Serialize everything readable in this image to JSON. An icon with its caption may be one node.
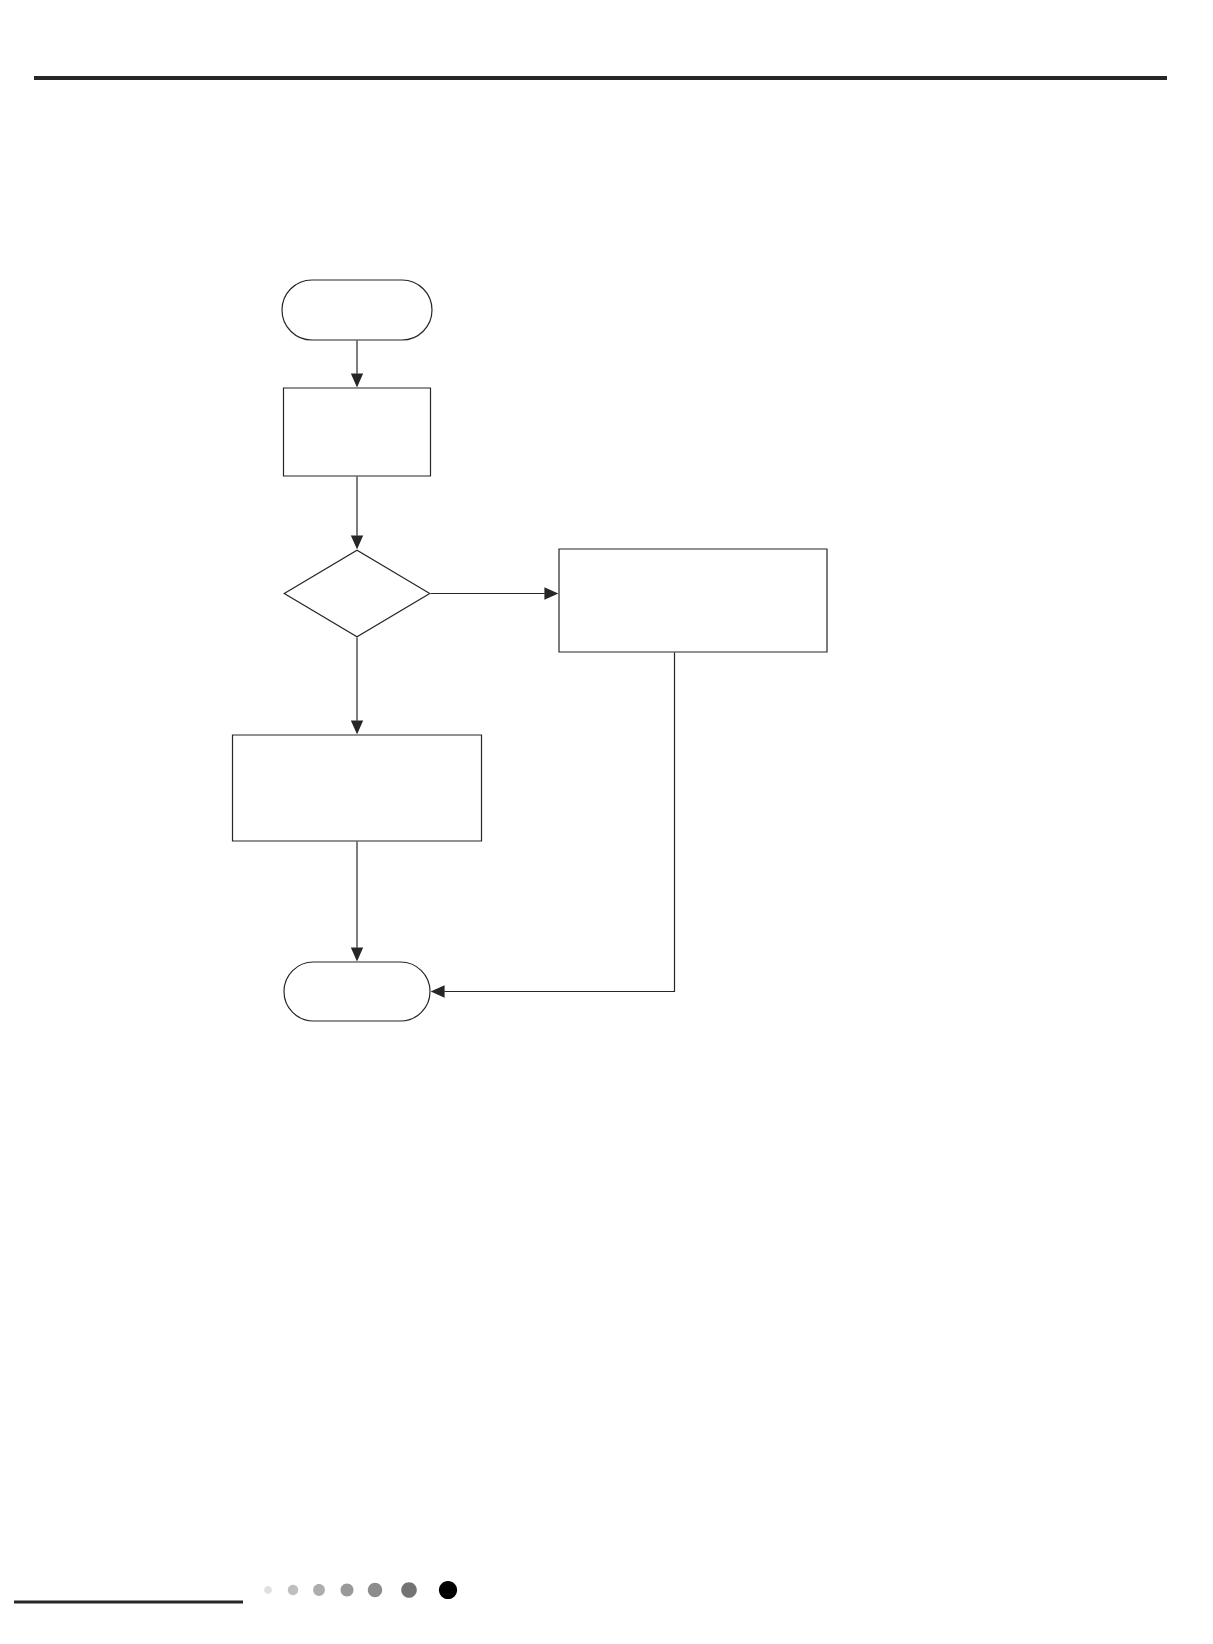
{
  "diagram": {
    "nodes": [
      {
        "text": [],
        "shape": "pill"
      },
      {
        "text": [],
        "shape": "box"
      },
      {
        "text": [],
        "shape": "diamond"
      },
      {
        "text": [],
        "shape": "box"
      },
      {
        "text": [],
        "shape": "box"
      },
      {
        "text": [],
        "shape": "pill"
      }
    ],
    "edges": [
      {
        "from": 0,
        "to": 1,
        "arrow": "to"
      },
      {
        "from": 1,
        "to": 2,
        "arrow": "to"
      },
      {
        "from": 2,
        "to": 3,
        "arrow": "to"
      },
      {
        "from": 2,
        "to": 4,
        "arrow": "to"
      },
      {
        "from": 4,
        "to": 5,
        "arrow": "to"
      },
      {
        "from": 3,
        "to": 5,
        "arrow": "to"
      }
    ]
  }
}
